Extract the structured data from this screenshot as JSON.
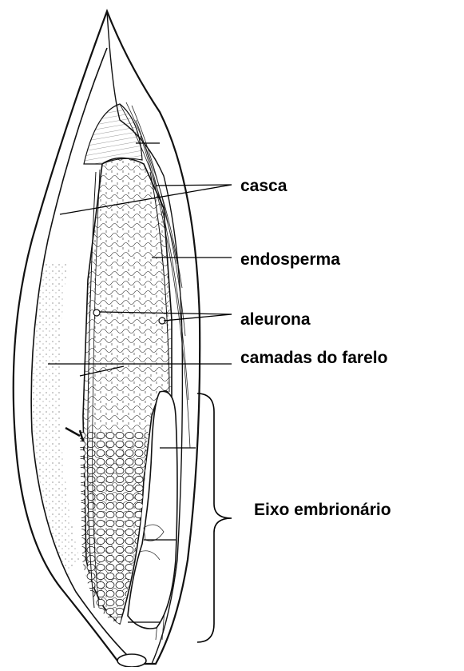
{
  "labels": {
    "casca": "casca",
    "endosperma": "endosperma",
    "aleurona": "aleurona",
    "camadas_do_farelo": "camadas do farelo",
    "eixo_embrionario": "Eixo embrionário"
  }
}
